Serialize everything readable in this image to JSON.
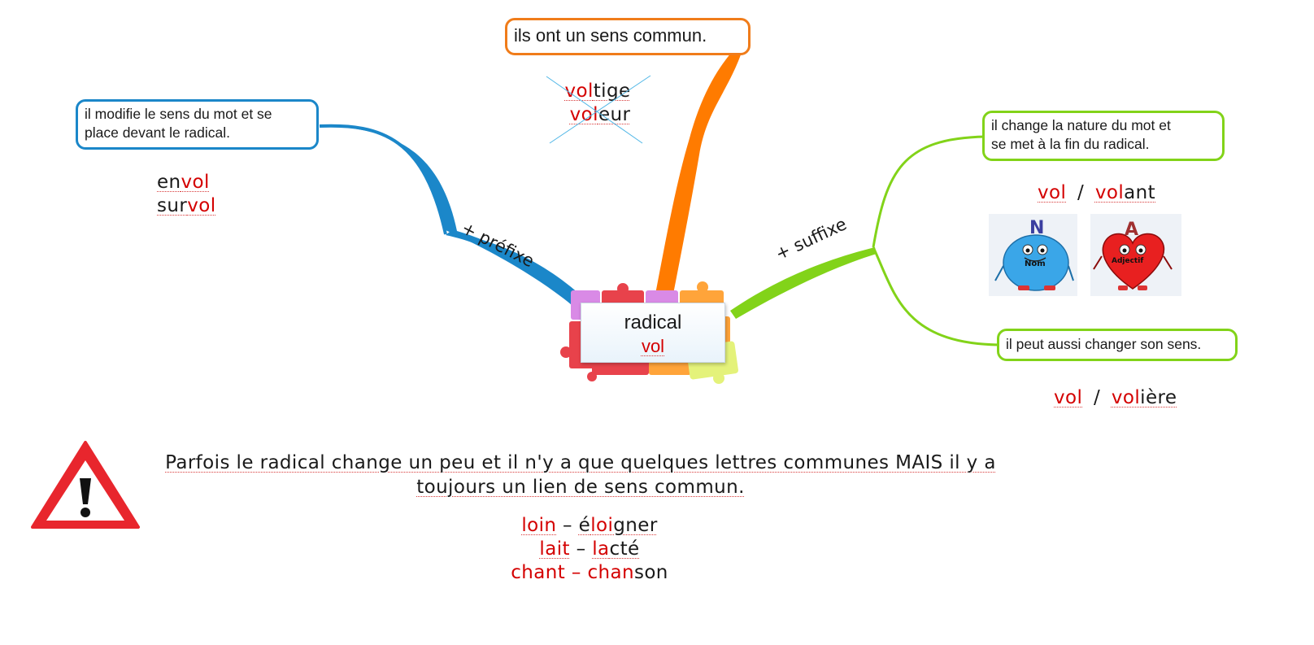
{
  "center": {
    "title": "radical",
    "root": "vol"
  },
  "top": {
    "callout": "ils ont un sens commun.",
    "crossed_words": [
      {
        "root": "vol",
        "rest": "tige"
      },
      {
        "root": "vol",
        "rest": "eur"
      }
    ]
  },
  "left": {
    "branch_label": "+ préfixe",
    "callout_line1": "il modifie le sens du mot et se",
    "callout_line2": "place devant le radical.",
    "examples": [
      {
        "prefix": "en",
        "root": "vol"
      },
      {
        "prefix": "sur",
        "root": "vol"
      }
    ]
  },
  "right": {
    "branch_label": "+ suffixe",
    "callout1_line1": "il change la nature du mot et",
    "callout1_line2": "se met à la fin du radical.",
    "example1": {
      "root_a": "vol",
      "sep": "/",
      "root_b": "vol",
      "suffix_b": "ant"
    },
    "nom_label": "Nom",
    "adjectif_label": "Adjectif",
    "nom_letter": "N",
    "adjectif_letter": "A",
    "callout2": "il peut aussi changer son sens.",
    "example2": {
      "root_a": "vol",
      "sep": "/",
      "root_b": "vol",
      "suffix_b": "ière"
    }
  },
  "warning": {
    "text_line1": "Parfois le radical change un peu et il n'y a que quelques lettres communes MAIS il y a",
    "text_line2": "toujours un lien de sens commun.",
    "pairs": [
      {
        "a_root": "loin",
        "dash": " – ",
        "b_pre": "é",
        "b_root": "loi",
        "b_post": "gner"
      },
      {
        "a_root": "lait",
        "dash": " – ",
        "b_pre": "",
        "b_root": "la",
        "b_post": "cté"
      },
      {
        "a_root": "chant",
        "dash": " – ",
        "b_pre": "",
        "b_root": "chan",
        "b_post": "son"
      }
    ]
  },
  "colors": {
    "left_branch": "#1b87c9",
    "top_branch": "#ff7b00",
    "right_branch": "#82d319",
    "root_text": "#d40000"
  }
}
